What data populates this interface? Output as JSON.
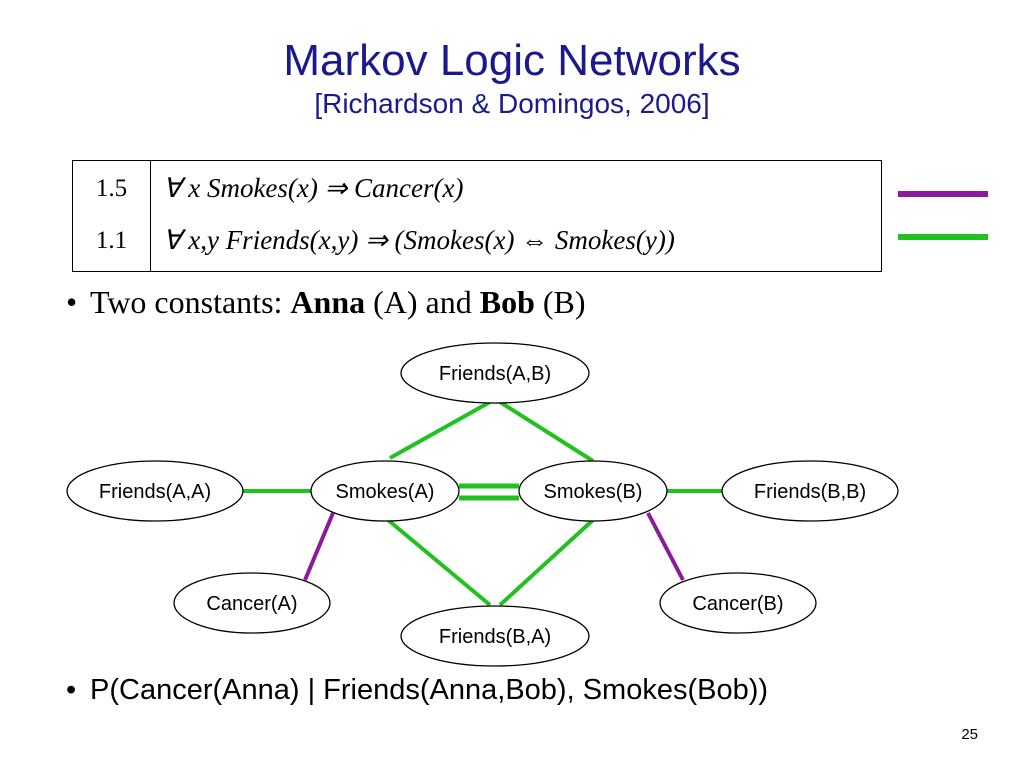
{
  "slide": {
    "title": "Markov Logic Networks",
    "subtitle": "[Richardson & Domingos, 2006]",
    "page_number": "25"
  },
  "rules_table": {
    "rows": [
      {
        "weight": "1.5",
        "formula": "∀ x Smokes(x) ⇒ Cancer(x)",
        "legend_color": "#8b1a9c"
      },
      {
        "weight": "1.1",
        "formula": "∀ x,y Friends(x,y) ⇒ (Smokes(x) ⇔ Smokes(y))",
        "legend_color": "#1fc21f"
      }
    ]
  },
  "bullets": {
    "constants": {
      "prefix": "Two constants: ",
      "c1_name": "Anna",
      "c1_abbr": " (A) and ",
      "c2_name": "Bob",
      "c2_abbr": " (B)"
    },
    "query": "P(Cancer(Anna) | Friends(Anna,Bob), Smokes(Bob))"
  },
  "diagram": {
    "nodes": [
      {
        "id": "fAB",
        "label": "Friends(A,B)"
      },
      {
        "id": "fAA",
        "label": "Friends(A,A)"
      },
      {
        "id": "sA",
        "label": "Smokes(A)"
      },
      {
        "id": "sB",
        "label": "Smokes(B)"
      },
      {
        "id": "fBB",
        "label": "Friends(B,B)"
      },
      {
        "id": "cA",
        "label": "Cancer(A)"
      },
      {
        "id": "cB",
        "label": "Cancer(B)"
      },
      {
        "id": "fBA",
        "label": "Friends(B,A)"
      }
    ],
    "edges": [
      {
        "from": "fAB",
        "to": "sA",
        "color": "#1fc21f"
      },
      {
        "from": "fAB",
        "to": "sB",
        "color": "#1fc21f"
      },
      {
        "from": "fBA",
        "to": "sA",
        "color": "#1fc21f"
      },
      {
        "from": "fBA",
        "to": "sB",
        "color": "#1fc21f"
      },
      {
        "from": "fAA",
        "to": "sA",
        "color": "#1fc21f"
      },
      {
        "from": "sB",
        "to": "fBB",
        "color": "#1fc21f"
      },
      {
        "from": "sA",
        "to": "sB",
        "color": "#1fc21f",
        "double": true
      },
      {
        "from": "sA",
        "to": "cA",
        "color": "#8b1a9c"
      },
      {
        "from": "sB",
        "to": "cB",
        "color": "#8b1a9c"
      }
    ]
  }
}
